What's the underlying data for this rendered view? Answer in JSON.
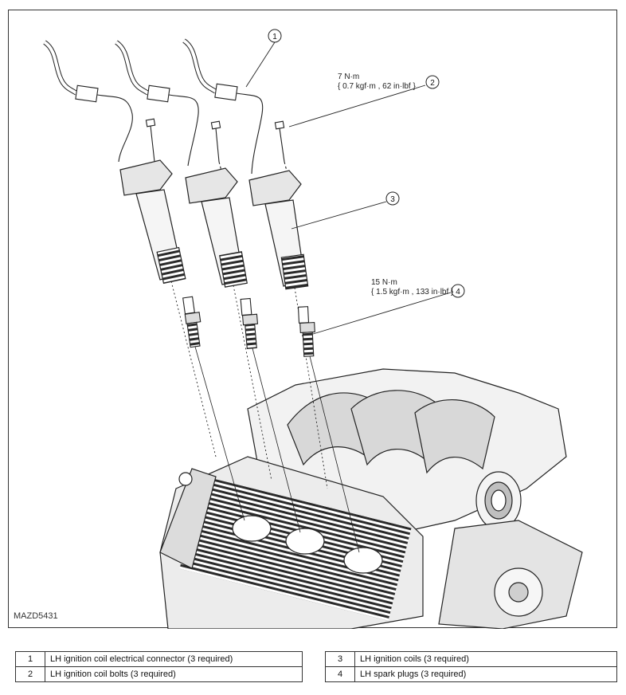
{
  "figure": {
    "id_label": "MAZD5431",
    "callouts": {
      "c1": "1",
      "c2": "2",
      "c3": "3",
      "c4": "4"
    },
    "torque_bolt": {
      "line1": "7 N·m",
      "line2": "{ 0.7 kgf·m , 62 in·lbf }"
    },
    "torque_plug": {
      "line1": "15 N·m",
      "line2": "{ 1.5 kgf·m , 133 in·lbf }"
    }
  },
  "legend": {
    "left": [
      {
        "num": "1",
        "text": "LH ignition coil electrical connector (3 required)"
      },
      {
        "num": "2",
        "text": "LH ignition coil bolts (3 required)"
      }
    ],
    "right": [
      {
        "num": "3",
        "text": "LH ignition coils (3 required)"
      },
      {
        "num": "4",
        "text": "LH spark plugs (3 required)"
      }
    ]
  }
}
